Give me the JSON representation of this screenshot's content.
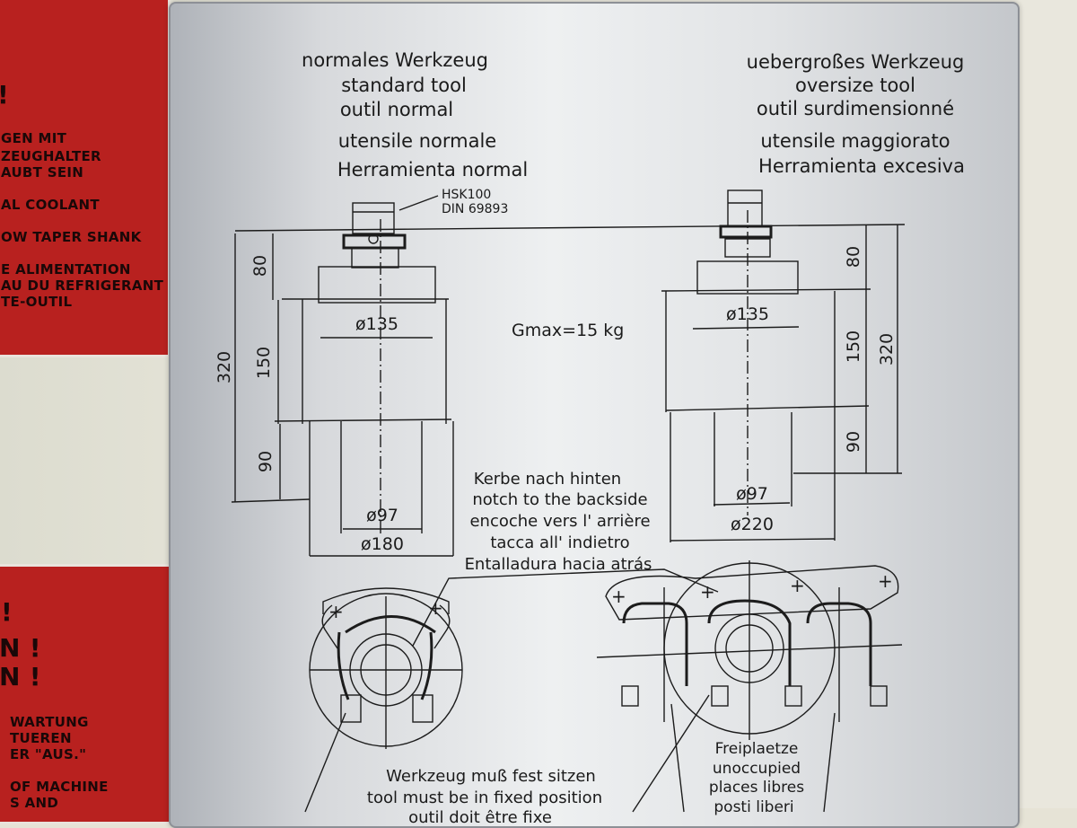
{
  "left_red_sign_top": {
    "bang": "!",
    "lines": [
      "GEN MIT",
      "ZEUGHALTER",
      "AUBT SEIN",
      "AL COOLANT",
      "OW TAPER SHANK",
      "E ALIMENTATION",
      "AU DU REFRIGERANT",
      "TE-OUTIL"
    ]
  },
  "left_red_sign_bottom": {
    "bangs": [
      "!",
      "N !",
      "N !"
    ],
    "lines": [
      "WARTUNG",
      "TUEREN",
      "ER \"AUS.\"",
      "OF MACHINE",
      "S AND"
    ]
  },
  "plate": {
    "standard_titles": [
      "normales Werkzeug",
      "standard tool",
      "outil normal",
      "utensile normale",
      "Herramienta normal"
    ],
    "oversize_titles": [
      "uebergroßes Werkzeug",
      "oversize tool",
      "outil surdimensionné",
      "utensile maggiorato",
      "Herramienta excesiva"
    ],
    "holder_label_1": "HSK100",
    "holder_label_2": "DIN 69893",
    "gmax": "Gmax=15 kg",
    "standard_dims": {
      "total": "320",
      "top": "80",
      "mid": "150",
      "bottom": "90",
      "dia_upper": "ø135",
      "dia_lower": "ø97",
      "dia_outer": "ø180"
    },
    "oversize_dims": {
      "total": "320",
      "top": "80",
      "mid": "150",
      "bottom": "90",
      "dia_upper": "ø135",
      "dia_lower": "ø97",
      "dia_outer": "ø220"
    },
    "notch_lines": [
      "Kerbe nach hinten",
      "notch to the backside",
      "encoche vers l' arrière",
      "tacca all' indietro",
      "Entalladura hacia atrás"
    ],
    "fixed_lines": [
      "Werkzeug muß fest sitzen",
      "tool must be in fixed position",
      "outil doit être fixe"
    ],
    "free_lines": [
      "Freiplaetze",
      "unoccupied",
      "places libres",
      "posti liberi"
    ]
  }
}
